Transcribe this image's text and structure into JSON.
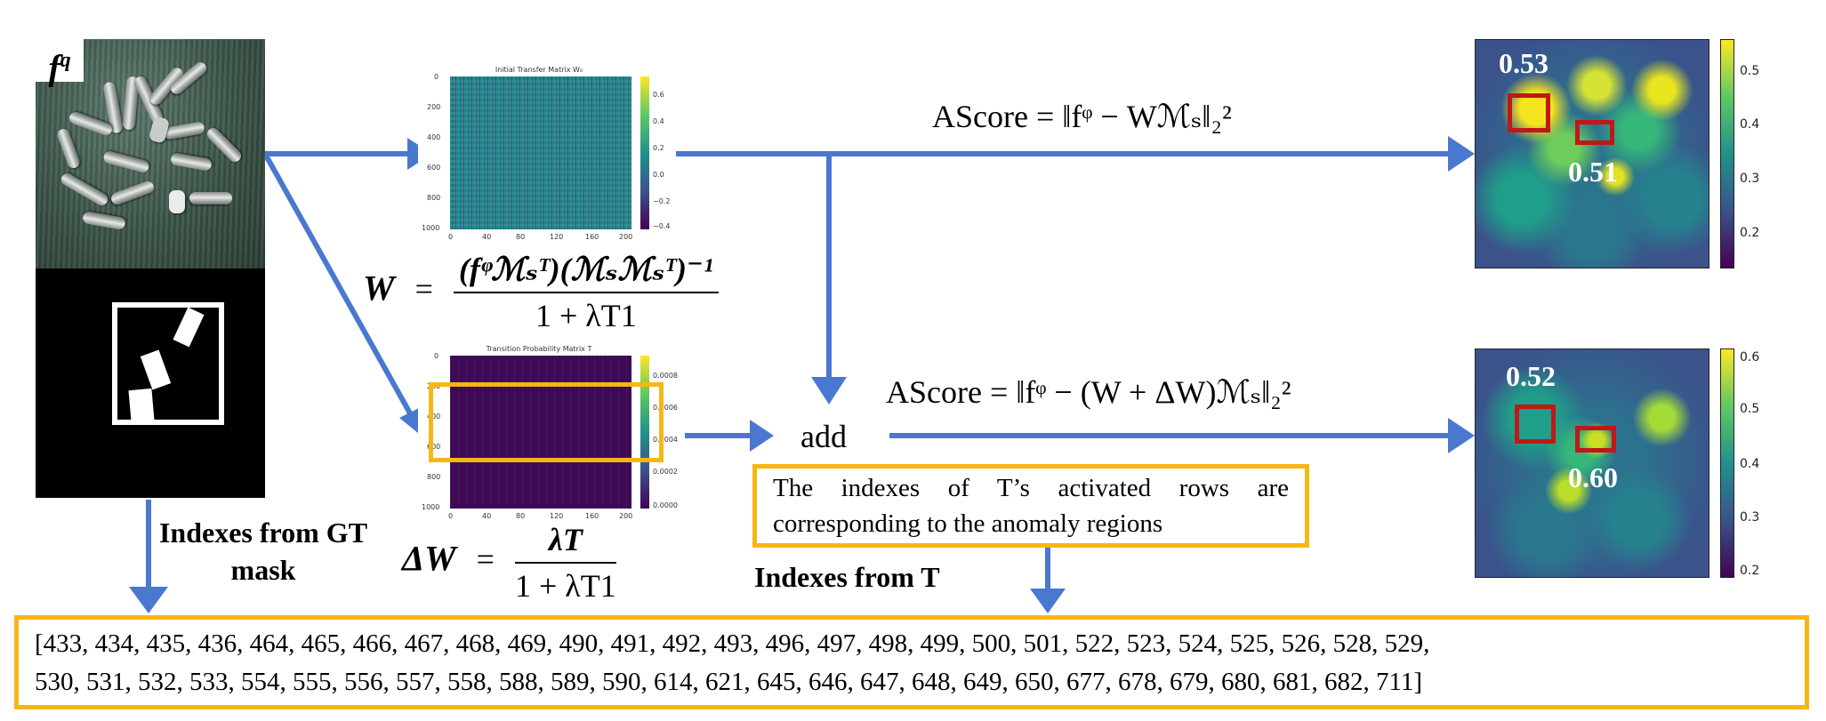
{
  "input": {
    "fq_label": "f",
    "fq_sup": "q"
  },
  "matrix_top": {
    "title": "Initial Transfer Matrix W₀",
    "y_ticks": [
      "0",
      "200",
      "400",
      "600",
      "800",
      "1000"
    ],
    "x_ticks": [
      "0",
      "40",
      "80",
      "120",
      "160",
      "200"
    ],
    "cbar_ticks": [
      "0.6",
      "0.4",
      "0.2",
      "0.0",
      "−0.2",
      "−0.4"
    ]
  },
  "matrix_bottom": {
    "title": "Transition Probability Matrix T",
    "y_ticks": [
      "0",
      "200",
      "400",
      "600",
      "800",
      "1000"
    ],
    "x_ticks": [
      "0",
      "40",
      "80",
      "120",
      "160",
      "200"
    ],
    "cbar_ticks": [
      "0.0008",
      "0.0006",
      "0.0004",
      "0.0002",
      "0.0000"
    ]
  },
  "formula_W": {
    "lhs": "W",
    "eq": "=",
    "num": "(fᵠℳₛᵀ)(ℳₛℳₛᵀ)⁻¹",
    "den": "1 + λT1"
  },
  "formula_dW": {
    "lhs": "ΔW",
    "eq": "=",
    "num": "λT",
    "den": "1 + λT1"
  },
  "ascore_top": "AScore = ‖fᵠ − Wℳₛ‖₂²",
  "ascore_bottom": "AScore = ‖fᵠ − (W + ΔW)ℳₛ‖₂²",
  "add_label": "add",
  "note": "The indexes of T’s activated rows are corresponding to the anomaly regions",
  "indexes_from_gt": "Indexes from GT mask",
  "indexes_from_t": "Indexes from T",
  "heatmap_top": {
    "score_a": "0.53",
    "score_b": "0.51",
    "cbar_ticks": [
      "0.5",
      "0.4",
      "0.3",
      "0.2"
    ]
  },
  "heatmap_bottom": {
    "score_a": "0.52",
    "score_b": "0.60",
    "cbar_ticks": [
      "0.6",
      "0.5",
      "0.4",
      "0.3",
      "0.2"
    ]
  },
  "indexes_line1": "[433, 434, 435, 436, 464, 465, 466, 467, 468, 469, 490, 491, 492, 493, 496, 497, 498, 499, 500, 501, 522, 523, 524, 525, 526, 528, 529,",
  "indexes_line2": "530, 531, 532, 533, 554, 555, 556, 557, 558, 588, 589, 590, 614, 621, 645, 646, 647, 648, 649, 650, 677, 678, 679, 680, 681, 682, 711]",
  "colors": {
    "arrow": "#4a78d0",
    "highlight": "#f6b715",
    "box_red": "#c01818"
  }
}
